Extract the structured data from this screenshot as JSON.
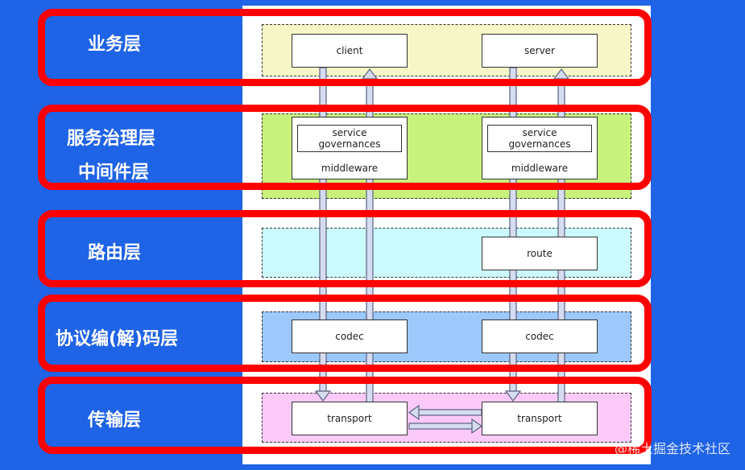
{
  "labels": {
    "business": "业务层",
    "governance_1": "服务治理层",
    "governance_2": "中间件层",
    "route": "路由层",
    "codec": "协议编(解)码层",
    "transport": "传输层"
  },
  "nodes": {
    "client": "client",
    "server": "server",
    "service_gov_left": "service\ngovernances",
    "service_gov_right": "service\ngovernances",
    "middleware_left": "middleware",
    "middleware_right": "middleware",
    "route": "route",
    "codec_left": "codec",
    "codec_right": "codec",
    "transport_left": "transport",
    "transport_right": "transport"
  },
  "colors": {
    "background": "#1f63e6",
    "highlight": "#ff0000",
    "business_band": "#f6f6c8",
    "governance_band": "#c9f27d",
    "route_band": "#ccfbff",
    "codec_band": "#9cc8fb",
    "transport_band": "#fbcaf8"
  },
  "watermark": "@稀土掘金技术社区"
}
